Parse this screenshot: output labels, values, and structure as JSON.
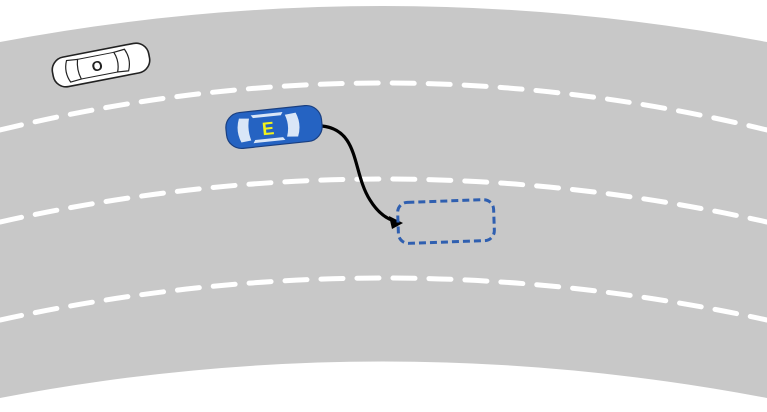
{
  "colors": {
    "road": "#c8c8c8",
    "background": "#ffffff",
    "lane_marking": "#ffffff",
    "ego_body": "#2563c2",
    "ego_window": "#d9e6f7",
    "ego_label": "#f2f21a",
    "other_vehicle_body": "#ffffff",
    "other_vehicle_outline": "#222222",
    "target_slot": "#2f5fb0",
    "path_arrow": "#000000"
  },
  "road": {
    "lanes": 4
  },
  "vehicles": {
    "other": {
      "label": "O",
      "role": "other-vehicle"
    },
    "ego": {
      "label": "E",
      "role": "ego-vehicle"
    }
  },
  "maneuver": {
    "type": "lane-change-right",
    "target_slot_style": "dashed"
  }
}
